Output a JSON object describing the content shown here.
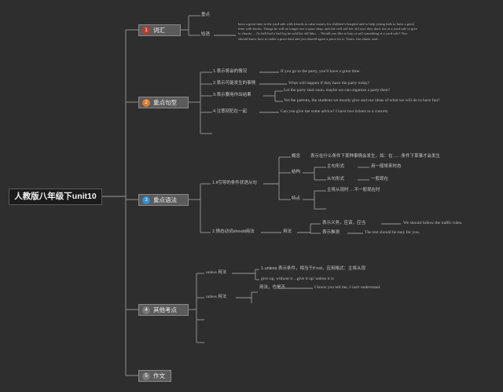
{
  "root": {
    "label": "人教版八年级下unit10"
  },
  "colors": {
    "background": "#2e2e2e",
    "line": "#9a9a9a",
    "topic_bg": "#5b5b5b",
    "badge_red": "#c0392b",
    "badge_orange": "#e07b2a",
    "badge_blue": "#2f8fd8",
    "badge_gray": "#7a7a7a"
  },
  "topics": [
    {
      "num": "1",
      "label": "词汇"
    },
    {
      "num": "2",
      "label": "重点句型"
    },
    {
      "num": "3",
      "label": "重点语法"
    },
    {
      "num": "4",
      "label": "其他考点"
    },
    {
      "num": "5",
      "label": "作文"
    }
  ],
  "vocab": {
    "items": [
      "重点",
      "短语"
    ],
    "paragraph": "have a great time at the yard sale with friends to raise money for children's hospital and to help young kids to have a good time with books. Things he will no longer use a sport shop, and she will sell her old toys they don't use at a yard sale to give to charity ... As bell had a bad leg he sold his old bike, ... Would you like to buy or sell something at a yard sale? You should know how to make a price deal and you should agree a price for it. Yours, fire alarm, and ..."
  },
  "sentences": {
    "items": [
      {
        "cn": "1.表示将会的情况",
        "en": "If you go to the party, you'll have a great time."
      },
      {
        "cn": "2.表示可能发生的事情",
        "en": "What will happen if they have the party today?"
      },
      {
        "cn": "3.表示要用作出结果",
        "en": ""
      },
      {
        "cn": "4.注意别犯在一起",
        "en": "Can you give me some advice? I have two tickets to a concert."
      },
      {
        "cn": "",
        "en": ""
      }
    ],
    "sub3": [
      "Let the party start soon, maybe we can organize a party then?",
      "Yet the parents, the students we mostly give and our ideas of what we will do to have fun?"
    ]
  },
  "grammar": {
    "branch1": "1.if引导的条件状语从句",
    "b1_children": [
      {
        "label": "概念",
        "desc": "表示在什么条件下某种事情会发生，如：在……条件下某事才会发生"
      },
      {
        "label": "结构",
        "sub": [
          {
            "label": "主句形式",
            "desc": "用一般将来时态"
          },
          {
            "label": "从句形式",
            "desc": "一般现在"
          }
        ]
      },
      {
        "label": "特点",
        "sub": [
          {
            "label": "主将从现时",
            "desc": "…不一般现在时"
          },
          {
            "label": "",
            "desc": ""
          }
        ]
      }
    ],
    "branch2": "2.情态动词should用法",
    "b2_mid": "用法",
    "b2_children": [
      {
        "label": "表示义务，应该，应当",
        "en": "We should follow the traffic rules."
      },
      {
        "label": "表示推测",
        "en": "The test should be easy for you."
      }
    ]
  },
  "other": {
    "b1": "unless 用法",
    "b1_lines": [
      "1.unless 表示条件，相当于if not，应用格式：主将从现",
      "give up, without it ...give it up/ unless it is"
    ],
    "b2": "unless 用法",
    "b2_label": "用法，也是不",
    "b2_en": "I know you tell me, I can't understand."
  }
}
